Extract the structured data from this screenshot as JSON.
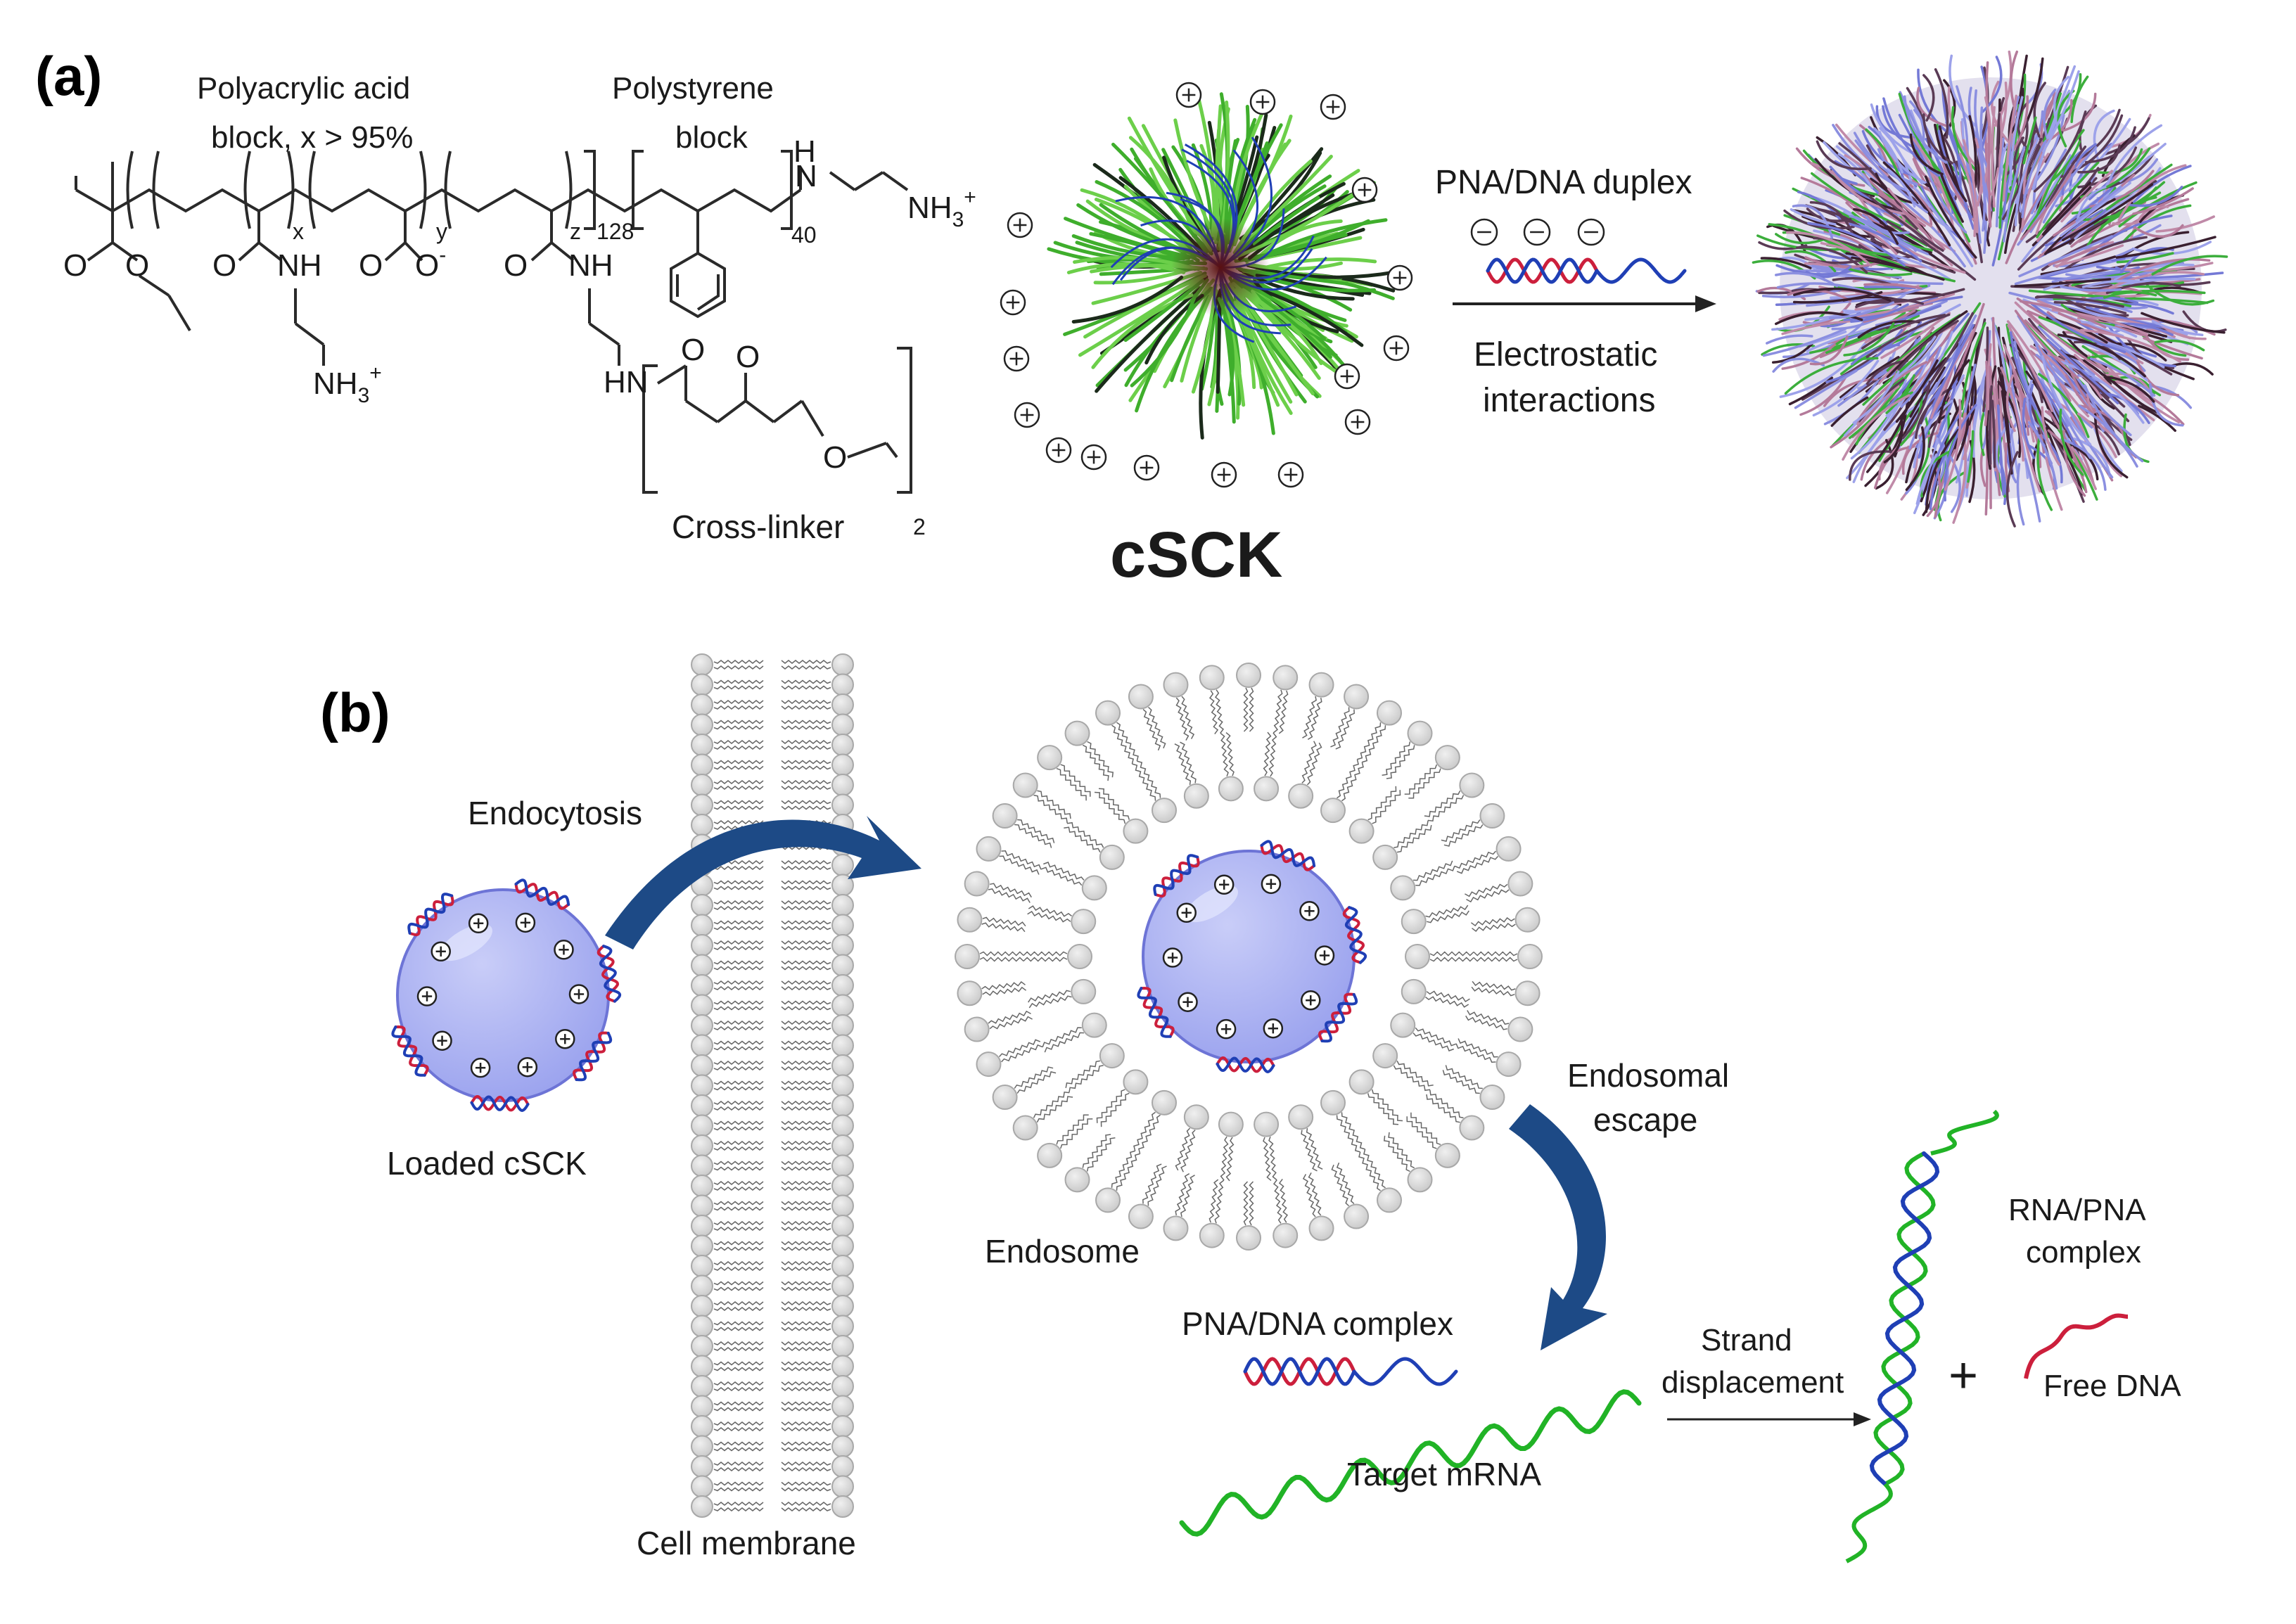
{
  "panel_a": {
    "tag": "(a)",
    "paa_label_1": "Polyacrylic acid",
    "paa_label_2": "block, x > 95%",
    "ps_label_1": "Polystyrene",
    "ps_label_2": "block",
    "sub_x": "x",
    "sub_y": "y",
    "sub_z": "z",
    "sub_128": "128",
    "sub_40": "40",
    "sub_2": "2",
    "nh_top": "N",
    "h_top": "H",
    "nh3_right": "NH",
    "nh3_right_sub": "3",
    "nh3_right_sup": "+",
    "nh": "NH",
    "nh3_left": "NH",
    "nh3_left_sub": "3",
    "nh3_left_sup": "+",
    "hn": "HN",
    "o": "O",
    "o_minus": "-",
    "crosslinker": "Cross-linker",
    "title_cSCK": "cSCK",
    "duplex_label": "PNA/DNA duplex",
    "electro_1": "Electrostatic",
    "electro_2": "interactions",
    "plus": "+",
    "minus": "−"
  },
  "panel_b": {
    "tag": "(b)",
    "endocytosis": "Endocytosis",
    "loaded": "Loaded cSCK",
    "cell_membrane": "Cell membrane",
    "endosome": "Endosome",
    "escape_1": "Endosomal",
    "escape_2": "escape",
    "pna_dna": "PNA/DNA complex",
    "target": "Target mRNA",
    "strand_1": "Strand",
    "strand_2": "displacement",
    "rna_pna_1": "RNA/PNA",
    "rna_pna_2": "complex",
    "free_dna": "Free DNA",
    "plus_sign": "+"
  },
  "colors": {
    "arrow": "#1d4a86",
    "particle": "#aab0f2",
    "green": "#21b326",
    "red": "#cc1f3c",
    "blue": "#1f3fb5",
    "lipid": "#d6d6d6"
  }
}
